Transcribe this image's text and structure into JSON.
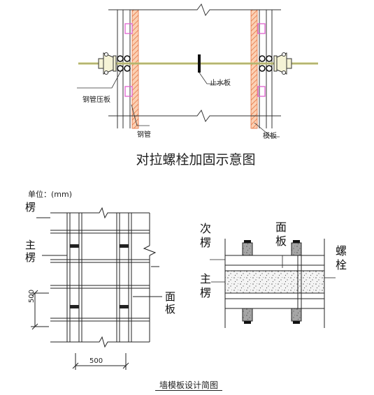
{
  "top_figure": {
    "title": "对拉螺栓加固示意图",
    "labels": {
      "steel_pipe_clamp": "钢管压板",
      "water_stop": "止水板",
      "steel_pipe": "钢管",
      "formwork": "模板"
    }
  },
  "bottom_figure": {
    "title": "墙模板设计简图",
    "unit": "单位：(mm)",
    "labels": {
      "secondary_left": "楞",
      "main_left": "主楞",
      "panel_left": "面板",
      "secondary_right": "次楞",
      "panel_right": "面板",
      "bolt": "螺栓",
      "main_right": "主楞"
    },
    "dims": {
      "vertical": "500",
      "horizontal": "500"
    }
  },
  "colors": {
    "formwork_fill": "#f08a5a",
    "bracket": "#e060d0",
    "rod": "#c8c870"
  }
}
